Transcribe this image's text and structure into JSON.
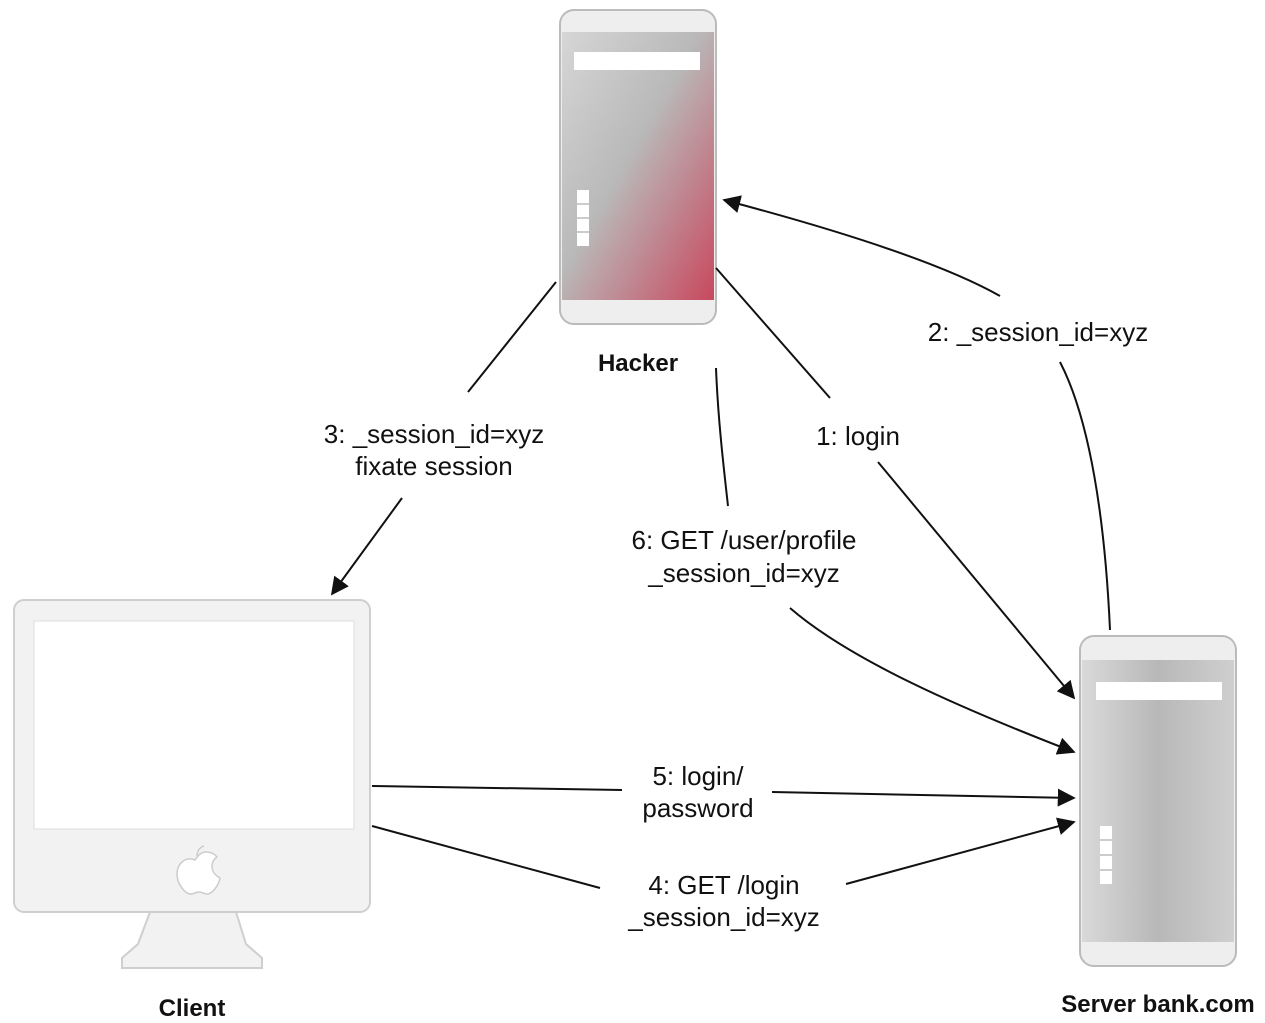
{
  "nodes": {
    "hacker": {
      "label": "Hacker"
    },
    "client": {
      "label": "Client"
    },
    "server": {
      "label": "Server bank.com"
    }
  },
  "edges": {
    "e1": {
      "lines": [
        "1: login"
      ]
    },
    "e2": {
      "lines": [
        "2: _session_id=xyz"
      ]
    },
    "e3": {
      "lines": [
        "3: _session_id=xyz",
        "fixate session"
      ]
    },
    "e4": {
      "lines": [
        "4: GET /login",
        "_session_id=xyz"
      ]
    },
    "e5": {
      "lines": [
        "5: login/",
        "password"
      ]
    },
    "e6": {
      "lines": [
        "6: GET /user/profile",
        "_session_id=xyz"
      ]
    }
  },
  "colors": {
    "hacker_accent": "#c8485e",
    "tower_body": "#bdbdbd",
    "monitor_frame": "#e8e8e8"
  }
}
